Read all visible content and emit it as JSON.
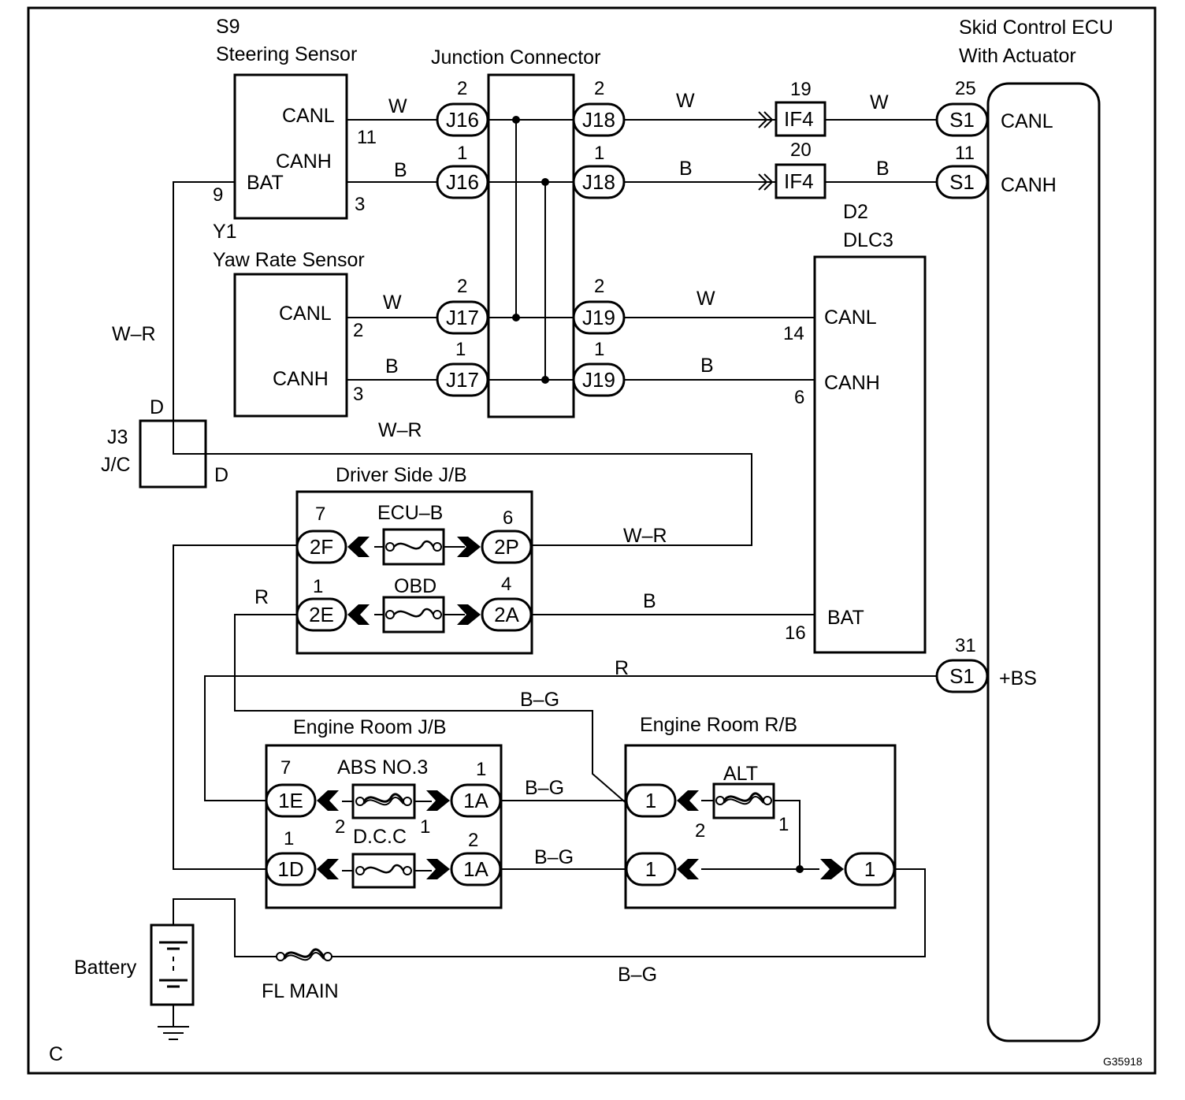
{
  "frame_letter": "C",
  "figure_code": "G35918",
  "components": {
    "steering_sensor": {
      "code": "S9",
      "name": "Steering Sensor",
      "pin_canl": "CANL",
      "pin_canh": "CANH",
      "pin_bat": "BAT",
      "num_canl": "11",
      "num_canh": "3",
      "num_bat": "9"
    },
    "yaw_rate_sensor": {
      "code": "Y1",
      "name": "Yaw Rate Sensor",
      "pin_canl": "CANL",
      "pin_canh": "CANH",
      "num_canl": "2",
      "num_canh": "3"
    },
    "junction_connector": {
      "name": "Junction Connector"
    },
    "skid_ecu": {
      "line1": "Skid Control ECU",
      "line2": "With Actuator",
      "pin_canl": "CANL",
      "pin_canh": "CANH",
      "pin_bs": "+BS"
    },
    "dlc3": {
      "code": "D2",
      "name": "DLC3",
      "pin_canl": "CANL",
      "pin_canh": "CANH",
      "pin_bat": "BAT",
      "num_canl": "14",
      "num_canh": "6",
      "num_bat": "16"
    },
    "j3": {
      "code": "J3",
      "name": "J/C",
      "pin_top": "D",
      "pin_side": "D"
    },
    "driver_jb": {
      "name": "Driver Side J/B",
      "fuse1": "ECU–B",
      "fuse2": "OBD"
    },
    "engine_jb": {
      "name": "Engine Room J/B",
      "fuse1": "ABS NO.3",
      "fuse2": "D.C.C"
    },
    "engine_rb": {
      "name": "Engine Room R/B",
      "fuse1": "ALT"
    },
    "battery": {
      "name": "Battery"
    },
    "fl_main": {
      "name": "FL MAIN"
    }
  },
  "connectors": [
    {
      "id": "j16a",
      "label": "J16",
      "num": "2"
    },
    {
      "id": "j16b",
      "label": "J16",
      "num": "1"
    },
    {
      "id": "j18a",
      "label": "J18",
      "num": "2"
    },
    {
      "id": "j18b",
      "label": "J18",
      "num": "1"
    },
    {
      "id": "j17a",
      "label": "J17",
      "num": "2"
    },
    {
      "id": "j17b",
      "label": "J17",
      "num": "1"
    },
    {
      "id": "j19a",
      "label": "J19",
      "num": "2"
    },
    {
      "id": "j19b",
      "label": "J19",
      "num": "1"
    },
    {
      "id": "if4a",
      "label": "IF4",
      "num": "19"
    },
    {
      "id": "if4b",
      "label": "IF4",
      "num": "20"
    },
    {
      "id": "s1a",
      "label": "S1",
      "num": "25"
    },
    {
      "id": "s1b",
      "label": "S1",
      "num": "11"
    },
    {
      "id": "s1c",
      "label": "S1",
      "num": "31"
    },
    {
      "id": "c2f",
      "label": "2F",
      "num": "7"
    },
    {
      "id": "c2p",
      "label": "2P",
      "num": "6"
    },
    {
      "id": "c2e",
      "label": "2E",
      "num": "1"
    },
    {
      "id": "c2a",
      "label": "2A",
      "num": "4"
    },
    {
      "id": "c1e",
      "label": "1E",
      "num": "7"
    },
    {
      "id": "c1a1",
      "label": "1A",
      "num": "1"
    },
    {
      "id": "c1d",
      "label": "1D",
      "num": "1"
    },
    {
      "id": "c1a2",
      "label": "1A",
      "num": "2"
    },
    {
      "id": "rb1a",
      "label": "1",
      "num": ""
    },
    {
      "id": "rb1b",
      "label": "1",
      "num": ""
    },
    {
      "id": "rb1c",
      "label": "1",
      "num": ""
    }
  ],
  "terminal_numbers": {
    "abs_left": "2",
    "abs_right": "1",
    "alt_left": "2",
    "alt_right": "1"
  },
  "wires": {
    "w1": "W",
    "w2": "W",
    "w3": "W",
    "b1": "B",
    "b2": "B",
    "b3": "B",
    "w4": "W",
    "w5": "W",
    "b4": "B",
    "b5": "B",
    "wr1": "W–R",
    "wr2": "W–R",
    "wr3": "W–R",
    "r1": "R",
    "r2": "R",
    "b6": "B",
    "bg1": "B–G",
    "bg2": "B–G",
    "bg3": "B–G",
    "bg4": "B–G"
  }
}
